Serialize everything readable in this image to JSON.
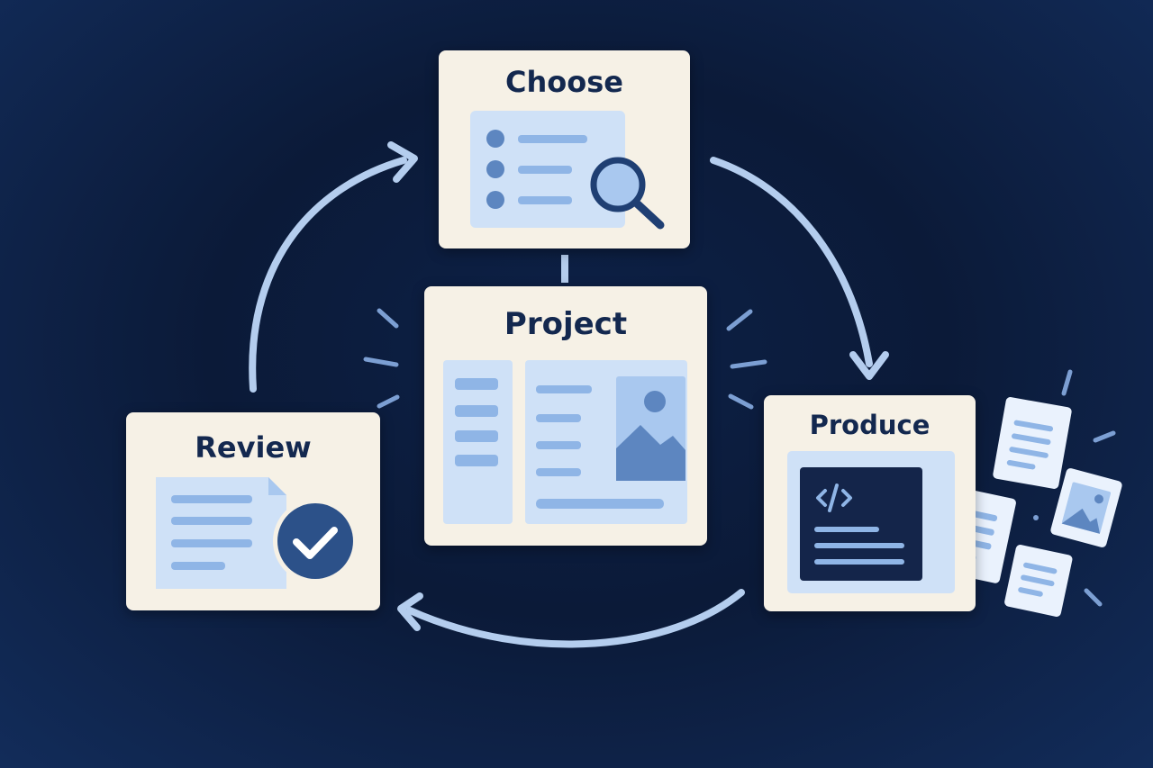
{
  "diagram": {
    "steps": {
      "choose": {
        "label": "Choose"
      },
      "project": {
        "label": "Project"
      },
      "review": {
        "label": "Review"
      },
      "produce": {
        "label": "Produce"
      }
    },
    "icons": {
      "choose": "magnifier-over-list-icon",
      "project": "web-page-layout-icon",
      "review": "document-checkmark-icon",
      "produce": "code-window-icon",
      "outputs": "scattered-documents-icon"
    },
    "colors": {
      "background": "#0b1a38",
      "card": "#f6f1e6",
      "title": "#13284f",
      "light_blue": "#cfe1f7",
      "mid_blue": "#8fb5e6",
      "dark_blue": "#34598f",
      "arrow": "#b4cdee"
    },
    "cycle": [
      "choose",
      "produce",
      "review",
      "choose"
    ]
  }
}
